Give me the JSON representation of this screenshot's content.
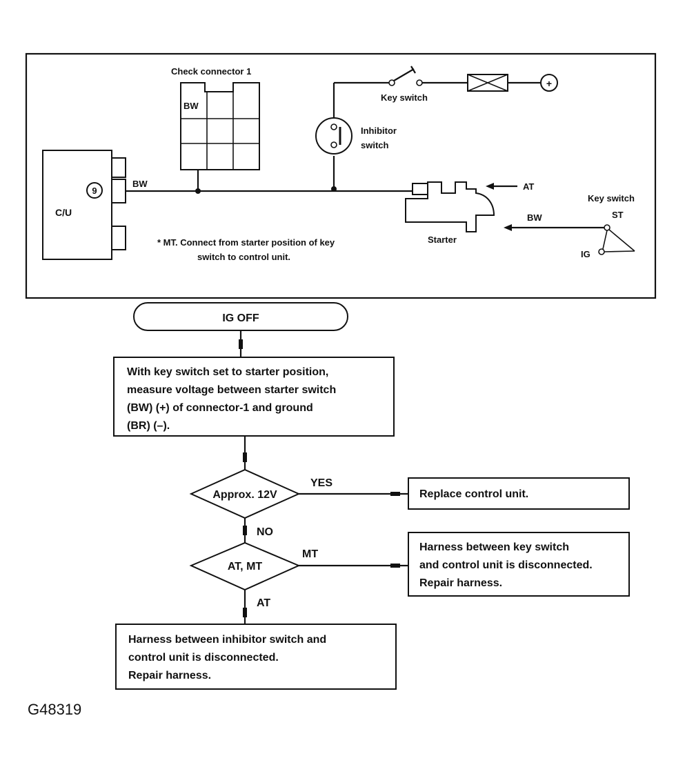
{
  "diagram": {
    "check_connector_label": "Check connector 1",
    "bw_pin_label": "BW",
    "cu_pin_number": "9",
    "cu_wire_label": "BW",
    "cu_label": "C/U",
    "key_switch_top_label": "Key switch",
    "plus_symbol": "+",
    "inhibitor_label_line1": "Inhibitor",
    "inhibitor_label_line2": "switch",
    "at_label": "AT",
    "starter_label": "Starter",
    "starter_wire_label": "BW",
    "key_switch_right_label": "Key switch",
    "st_label": "ST",
    "ig_label": "IG",
    "note_line1": "*  MT.  Connect from starter position of key",
    "note_line2": "switch to control unit."
  },
  "flowchart": {
    "start": "IG OFF",
    "step1_lines": [
      "With key switch set to starter position,",
      "measure voltage between starter switch",
      "(BW) (+) of connector-1 and ground",
      "(BR) (–)."
    ],
    "decision1": "Approx. 12V",
    "yes_label": "YES",
    "no_label": "NO",
    "result_yes": "Replace control unit.",
    "decision2": "AT, MT",
    "mt_label": "MT",
    "at_label": "AT",
    "result_mt_lines": [
      "Harness between key switch",
      "and control unit is disconnected.",
      "Repair harness."
    ],
    "result_at_lines": [
      "Harness between inhibitor switch and",
      "control unit is disconnected.",
      "Repair harness."
    ]
  },
  "figure_id": "G48319"
}
